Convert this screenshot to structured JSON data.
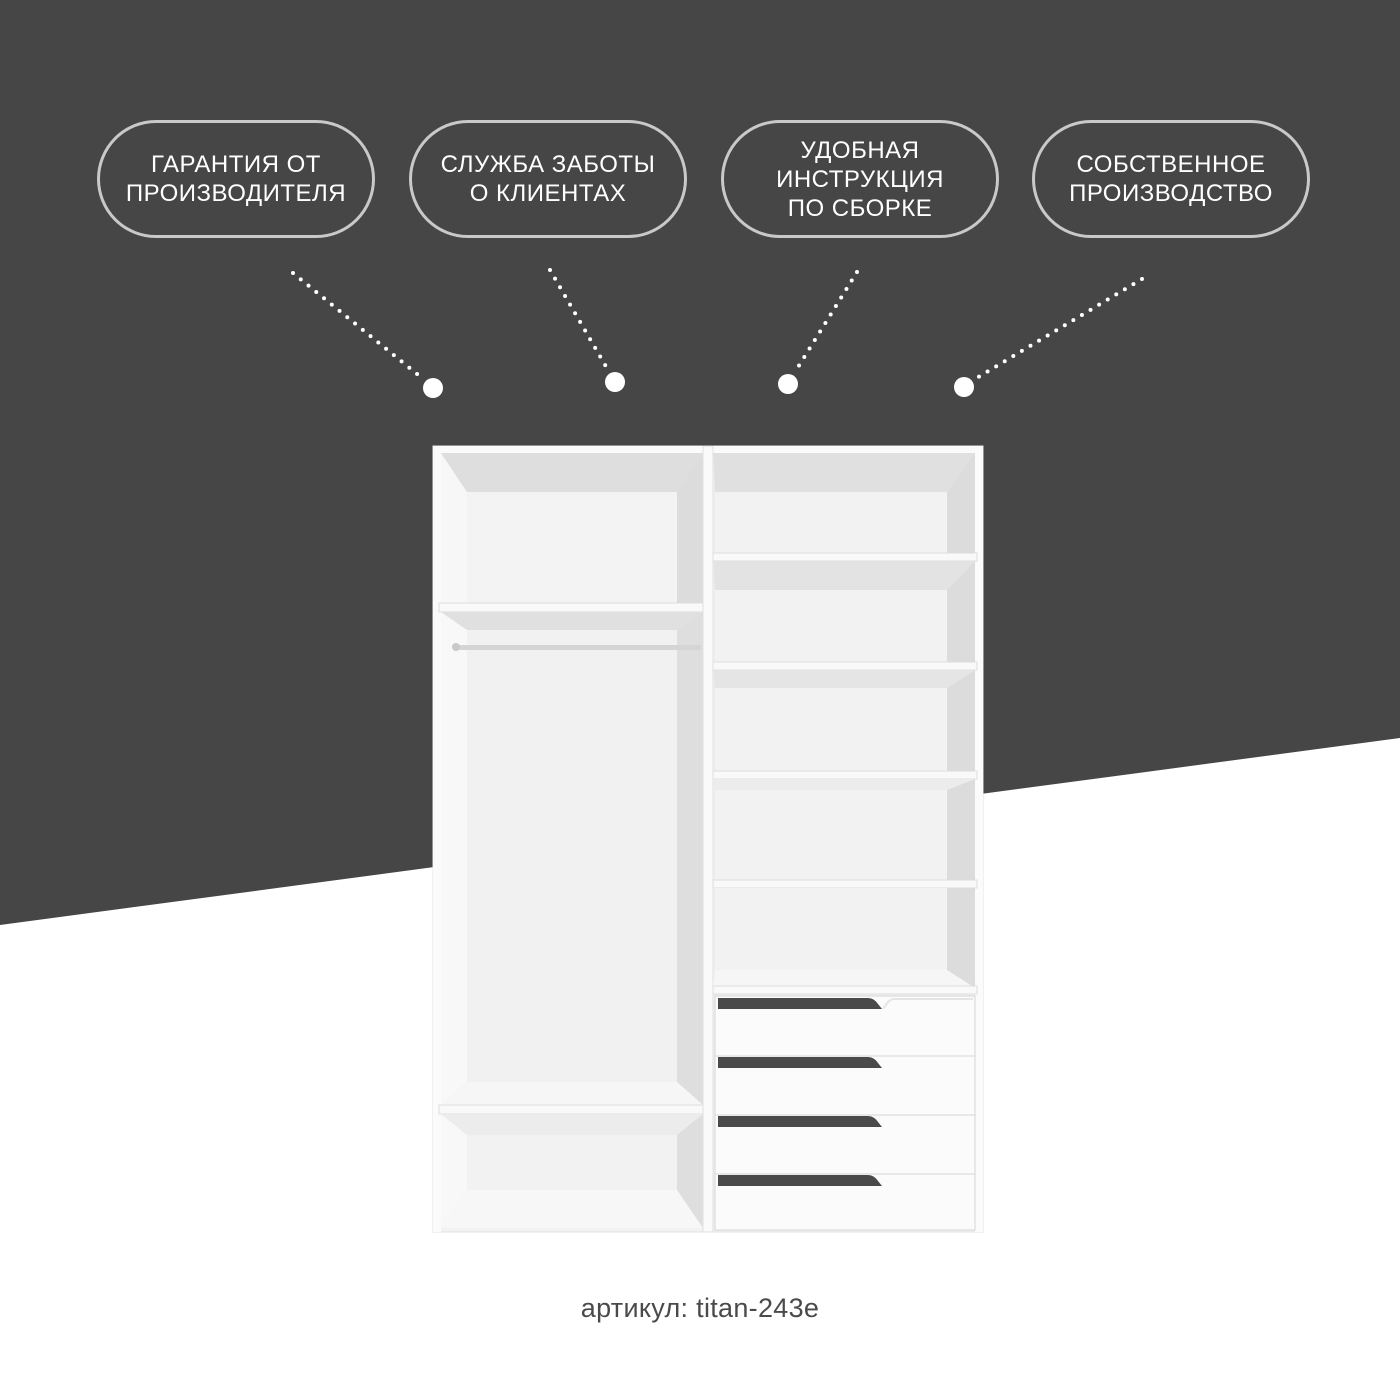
{
  "background": {
    "dark_color": "#464646",
    "light_color": "#ffffff"
  },
  "features": [
    {
      "label": "Гарантия от\nпроизводителя",
      "icon": "callout-dot-icon"
    },
    {
      "label": "Служба заботы\nо клиентах",
      "icon": "callout-dot-icon"
    },
    {
      "label": "Удобная\nинструкция\nпо сборке",
      "icon": "callout-dot-icon"
    },
    {
      "label": "Собственное\nпроизводство",
      "icon": "callout-dot-icon"
    }
  ],
  "product": {
    "image": "wardrobe-illustration",
    "sku_label": "артикул:",
    "sku_value": "titan-243e"
  }
}
